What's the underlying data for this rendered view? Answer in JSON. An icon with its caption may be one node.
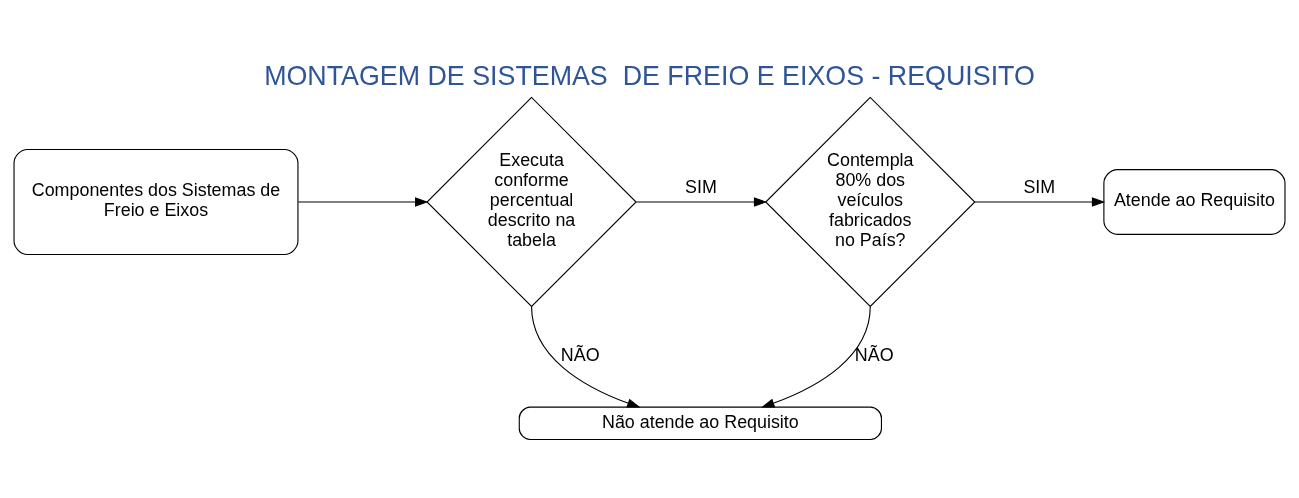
{
  "diagram": {
    "title": "MONTAGEM DE SISTEMAS  DE FREIO E EIXOS - REQUISITO",
    "nodes": [
      {
        "text": [
          "Componentes dos Sistemas de Freio e Eixos"
        ]
      },
      {
        "text": [
          "Executa conforme percentual descrito na tabela"
        ]
      },
      {
        "text": [
          "Contempla 80% dos veículos fabricados no País?"
        ]
      },
      {
        "text": [
          "Atende ao Requisito"
        ]
      },
      {
        "text": [
          "Não atende ao Requisito"
        ]
      }
    ],
    "edges": [
      {
        "from": 0,
        "to": 1,
        "arrow": "to"
      },
      {
        "from": 1,
        "to": 2,
        "arrow": "to",
        "label": "SIM"
      },
      {
        "from": 2,
        "to": 3,
        "arrow": "to",
        "label": "SIM"
      },
      {
        "from": 1,
        "to": 4,
        "arrow": "to",
        "label": "NÃO"
      },
      {
        "from": 2,
        "to": 4,
        "arrow": "to",
        "label": "NÃO"
      }
    ]
  }
}
